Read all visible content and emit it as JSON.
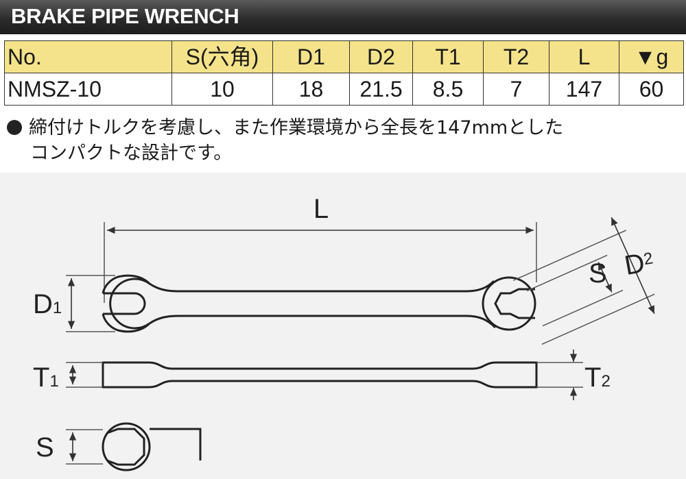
{
  "header": {
    "title": "BRAKE PIPE WRENCH"
  },
  "table": {
    "headers": [
      "No.",
      "S(六角)",
      "D1",
      "D2",
      "T1",
      "T2",
      "L",
      "▼g"
    ],
    "row": [
      "NMSZ-10",
      "10",
      "18",
      "21.5",
      "8.5",
      "7",
      "147",
      "60"
    ]
  },
  "note": {
    "line1": "締付けトルクを考慮し、また作業環境から全長を147mmとした",
    "line2": "コンパクトな設計です。"
  },
  "diagram": {
    "label_L": "L",
    "label_S": "S",
    "label_D": "D",
    "label_T": "T",
    "sub_1": "1",
    "sub_2": "2"
  },
  "colors": {
    "header_bg": "#f4e38a",
    "title_bg": "#2b2b2b",
    "diagram_bg": "#f2f2f2"
  }
}
